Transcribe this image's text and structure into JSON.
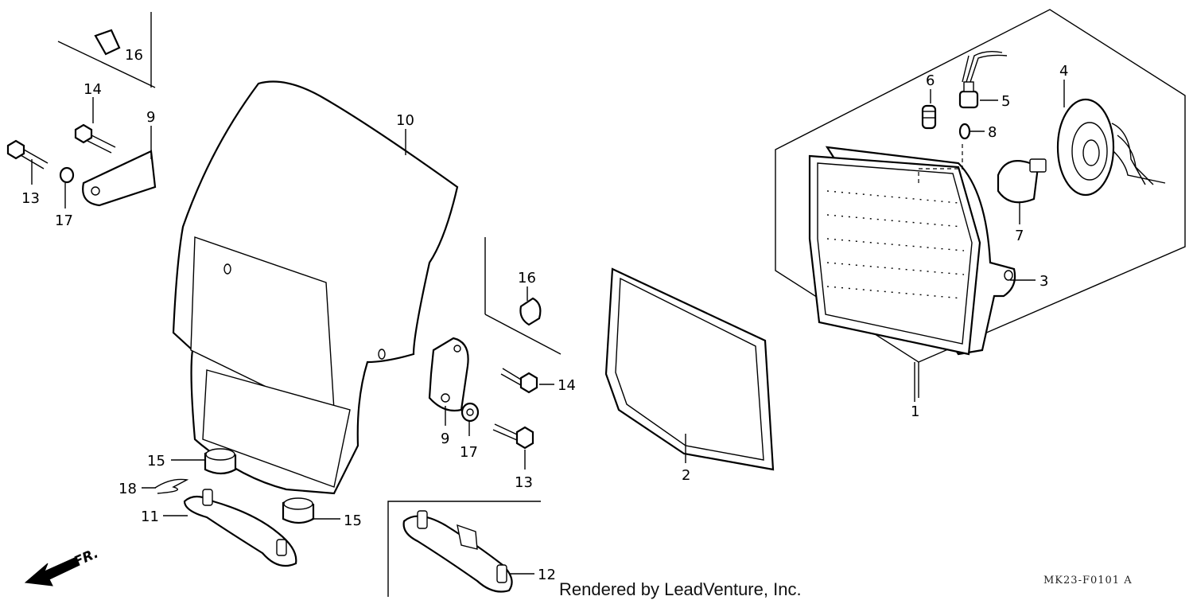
{
  "diagram": {
    "callouts": {
      "c1": "1",
      "c2": "2",
      "c3": "3",
      "c4": "4",
      "c5": "5",
      "c6": "6",
      "c7": "7",
      "c8": "8",
      "c9a": "9",
      "c9b": "9",
      "c10": "10",
      "c11": "11",
      "c12": "12",
      "c13a": "13",
      "c13b": "13",
      "c14a": "14",
      "c14b": "14",
      "c15a": "15",
      "c15b": "15",
      "c16a": "16",
      "c16b": "16",
      "c17a": "17",
      "c17b": "17",
      "c18": "18"
    },
    "direction_label": "FR.",
    "credit": "Rendered by LeadVenture, Inc.",
    "diagram_code": "MK23-F0101 A"
  }
}
